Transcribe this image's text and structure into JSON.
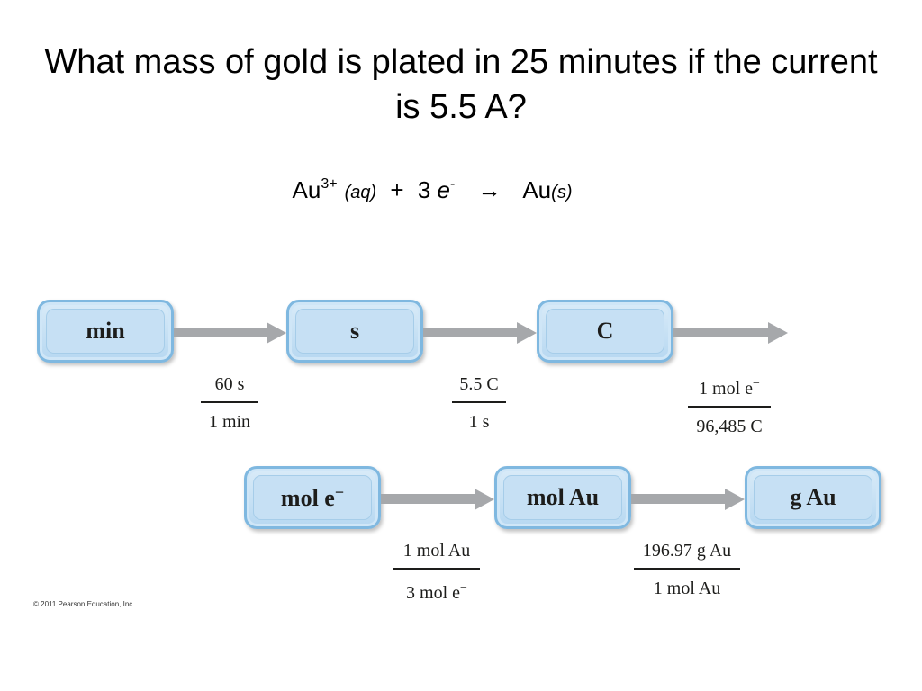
{
  "title": "What mass of gold is plated in 25 minutes if the current is 5.5 A?",
  "equation": {
    "reactant1": "Au",
    "reactant1_charge": "3+",
    "reactant1_state": "(aq)",
    "plus": "+",
    "coefficient": "3",
    "electron": "e",
    "electron_charge": "-",
    "arrow": "→",
    "product": "Au",
    "product_state": "(s)"
  },
  "flow_boxes": [
    {
      "label": "min"
    },
    {
      "label": "s"
    },
    {
      "label": "C"
    },
    {
      "label": "mol e",
      "sup": "−"
    },
    {
      "label": "mol Au"
    },
    {
      "label": "g Au"
    }
  ],
  "conversion_factors": [
    {
      "numerator": "60 s",
      "denominator": "1 min"
    },
    {
      "numerator": "5.5 C",
      "denominator": "1 s"
    },
    {
      "numerator": "1 mol e",
      "numerator_sup": "−",
      "denominator": "96,485 C"
    },
    {
      "numerator": "1 mol Au",
      "denominator": "3 mol e",
      "denominator_sup": "−"
    },
    {
      "numerator": "196.97 g Au",
      "denominator": "1 mol Au"
    }
  ],
  "copyright": "© 2011 Pearson Education, Inc."
}
